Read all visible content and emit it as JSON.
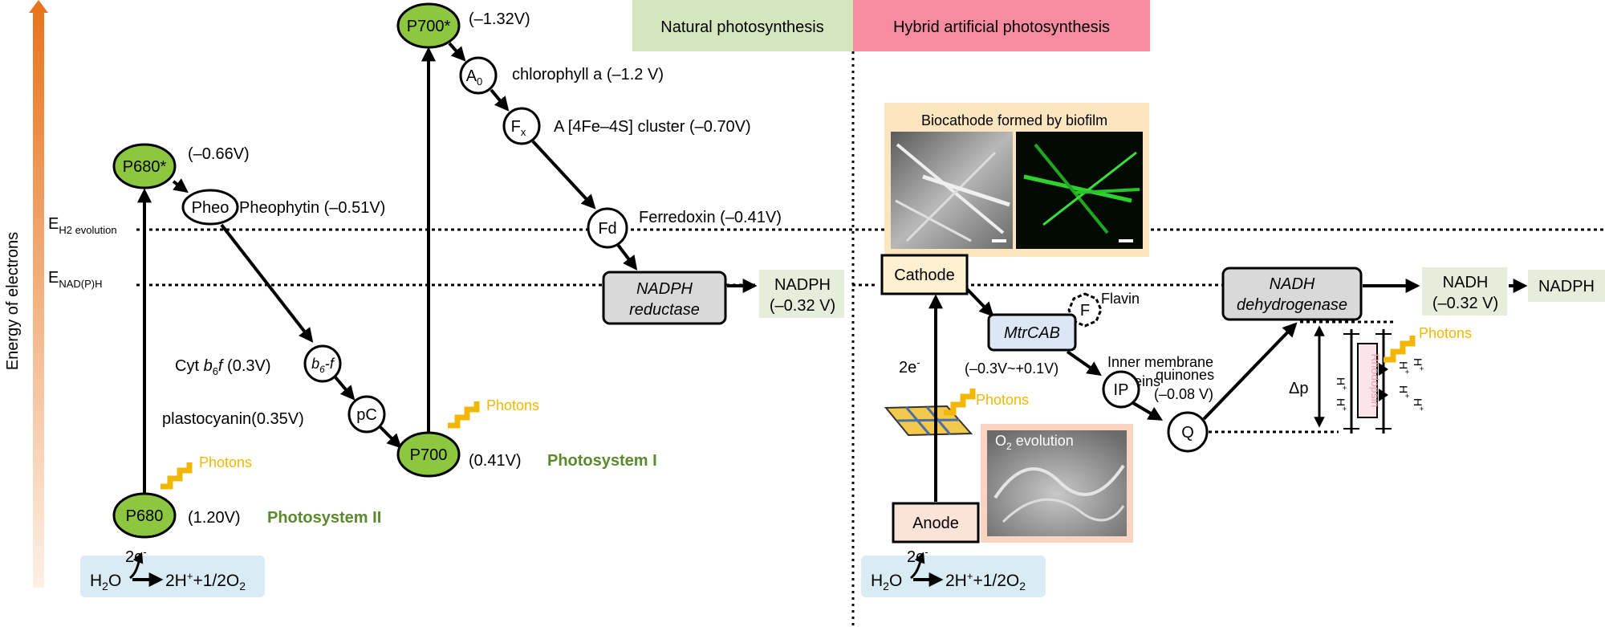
{
  "axis": {
    "label": "Energy of electrons"
  },
  "headers": {
    "natural": "Natural photosynthesis",
    "hybrid": "Hybrid artificial photosynthesis"
  },
  "levels": {
    "h2_main": "E",
    "h2_sub": "H2 evolution",
    "nadph_main": "E",
    "nadph_sub": "NAD(P)H"
  },
  "natural": {
    "p680": "P680",
    "p680_potential": "(1.20V)",
    "p680_star": "P680*",
    "p680_star_potential": "(–0.66V)",
    "pheo": "Pheo",
    "pheo_label": "Pheophytin (–0.51V)",
    "b6f_node": "b6-f",
    "cyt_label_prefix": "Cyt ",
    "cyt_label_b": "b",
    "cyt_label_sub": "6",
    "cyt_label_f": "f",
    "cyt_label_suffix": " (0.3V)",
    "pc": "pC",
    "pc_label": "plastocyanin(0.35V)",
    "p700": "P700",
    "p700_potential": "(0.41V)",
    "p700_star": "P700*",
    "p700_star_potential": "(–1.32V)",
    "a0_main": "A",
    "a0_sub": "0",
    "a0_label": "chlorophyll a (–1.2 V)",
    "fx_main": "F",
    "fx_sub": "x",
    "fx_label": "A [4Fe–4S] cluster (–0.70V)",
    "fd": "Fd",
    "fd_label": "Ferredoxin (–0.41V)",
    "reductase_line1": "NADPH",
    "reductase_line2": "reductase",
    "nadph_out_line1": "NADPH",
    "nadph_out_line2": "(–0.32 V)",
    "psii": "Photosystem II",
    "psi": "Photosystem I",
    "photons_1": "Photons",
    "photons_2": "Photons",
    "two_e": "2e",
    "h2o": "H",
    "products": "2H",
    "products_rest": "+1/2O"
  },
  "hybrid": {
    "biocathode_title": "Biocathode formed by biofilm",
    "cathode": "Cathode",
    "anode": "Anode",
    "o2_main": "O",
    "o2_rest": " evolution",
    "two_e_vertical": "2e",
    "photons_panel": "Photons",
    "flavin": "Flavin",
    "flavin_node": "F",
    "mtrcab": "MtrCAB",
    "mtrcab_potential": "(–0.3V~+0.1V)",
    "inner_membrane_1": "Inner membrane",
    "inner_membrane_2": "Proteins",
    "ip": "IP",
    "quinones_1": "quinones",
    "quinones_2": "(–0.08 V)",
    "q": "Q",
    "nadh_dh_1": "NADH",
    "nadh_dh_2": "dehydrogenase",
    "nadh_out_1": "NADH",
    "nadh_out_2": "(–0.32 V)",
    "nadph_final": "NADPH",
    "delta_p": "Δp",
    "rhodopsin": "Rhodopsin",
    "photons_rhodopsin": "Photons",
    "proton": "H",
    "two_e": "2e",
    "h2o": "H",
    "products": "2H",
    "products_rest": "+1/2O"
  },
  "colors": {
    "ps_green": "#8dc63f",
    "ps_label_green": "#5a8a2c",
    "photon_gold": "#f2b705",
    "natural_header_bg": "#d4e6bd",
    "hybrid_header_bg": "#f78ca0",
    "water_box": "#d9ebf4",
    "output_box": "#e6eedb",
    "reductase_fill": "#d9d9d9",
    "cathode_fill": "#fdf0d0",
    "anode_fill": "#fbe3d8",
    "mtrcab_fill": "#dce6f5",
    "biocathode_bg": "#fbe5bf",
    "o2_bg": "#fad4c0",
    "axis_top": "#e8741e",
    "rhodopsin_text": "#f0a0b0"
  }
}
